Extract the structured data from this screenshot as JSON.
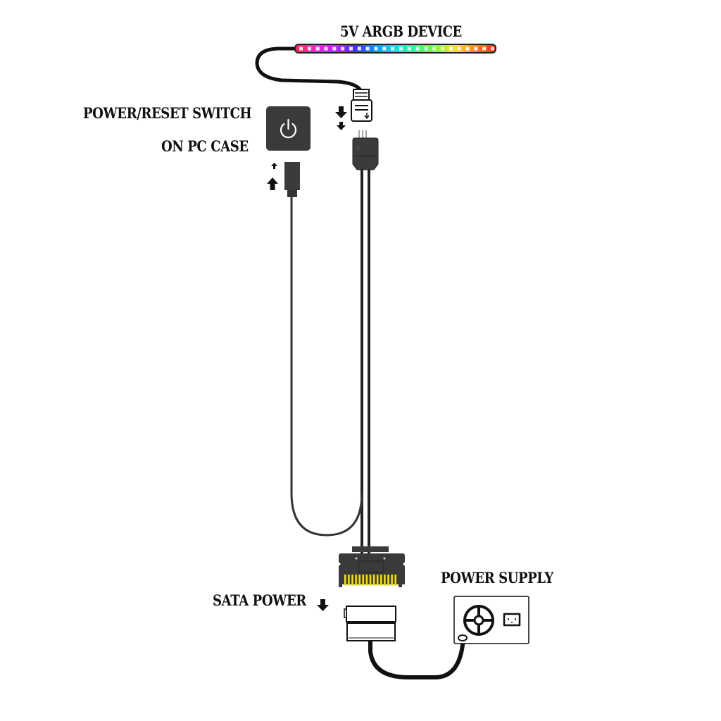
{
  "labels": {
    "argb_device": "5V ARGB DEVICE",
    "switch_line1": "POWER/RESET SWITCH",
    "switch_line2": "ON PC CASE",
    "sata_power": "SATA POWER",
    "power_supply": "POWER SUPPLY"
  },
  "led_strip": {
    "led_count": 24,
    "gradient_colors": [
      "#ff2a4a",
      "#ff22cc",
      "#c020ff",
      "#4030ff",
      "#1090ff",
      "#10e0e0",
      "#20ff90",
      "#80ff30",
      "#ffe020",
      "#ff8020",
      "#ff2020"
    ]
  },
  "icons": {
    "power_button": "power-icon",
    "psu_fan": "fan-icon",
    "psu_socket": "ac-socket-icon"
  },
  "colors": {
    "cable": "#111111",
    "connector_dark": "#3b3b3b",
    "sata_pins": "#f5e000",
    "switch_body": "#3a3a3a"
  }
}
